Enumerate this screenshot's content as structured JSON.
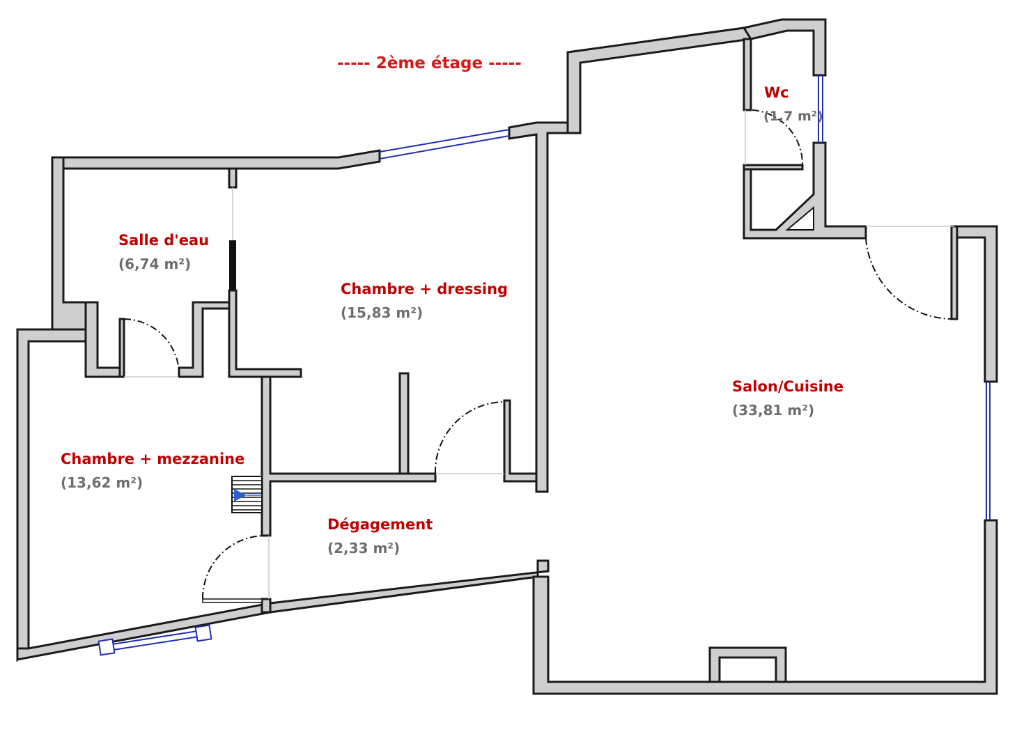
{
  "floor_title": "-----  2ème étage  -----",
  "rooms": [
    {
      "name": "Salle d'eau",
      "area": "(6,74 m²)"
    },
    {
      "name": "Chambre + dressing",
      "area": "(15,83 m²)"
    },
    {
      "name": "Chambre + mezzanine",
      "area": "(13,62 m²)"
    },
    {
      "name": "Dégagement",
      "area": "(2,33 m²)"
    },
    {
      "name": "Salon/Cuisine",
      "area": "(33,81 m²)"
    },
    {
      "name": "Wc",
      "area": "(1,7 m²)"
    }
  ],
  "colors": {
    "room_name": "#c00000",
    "area": "#6e6e6e",
    "wall_fill": "#cfcfcf",
    "wall_stroke": "#1a1a1a",
    "window": "#1f2fb0",
    "stair_arrow": "#2f5fd0"
  }
}
